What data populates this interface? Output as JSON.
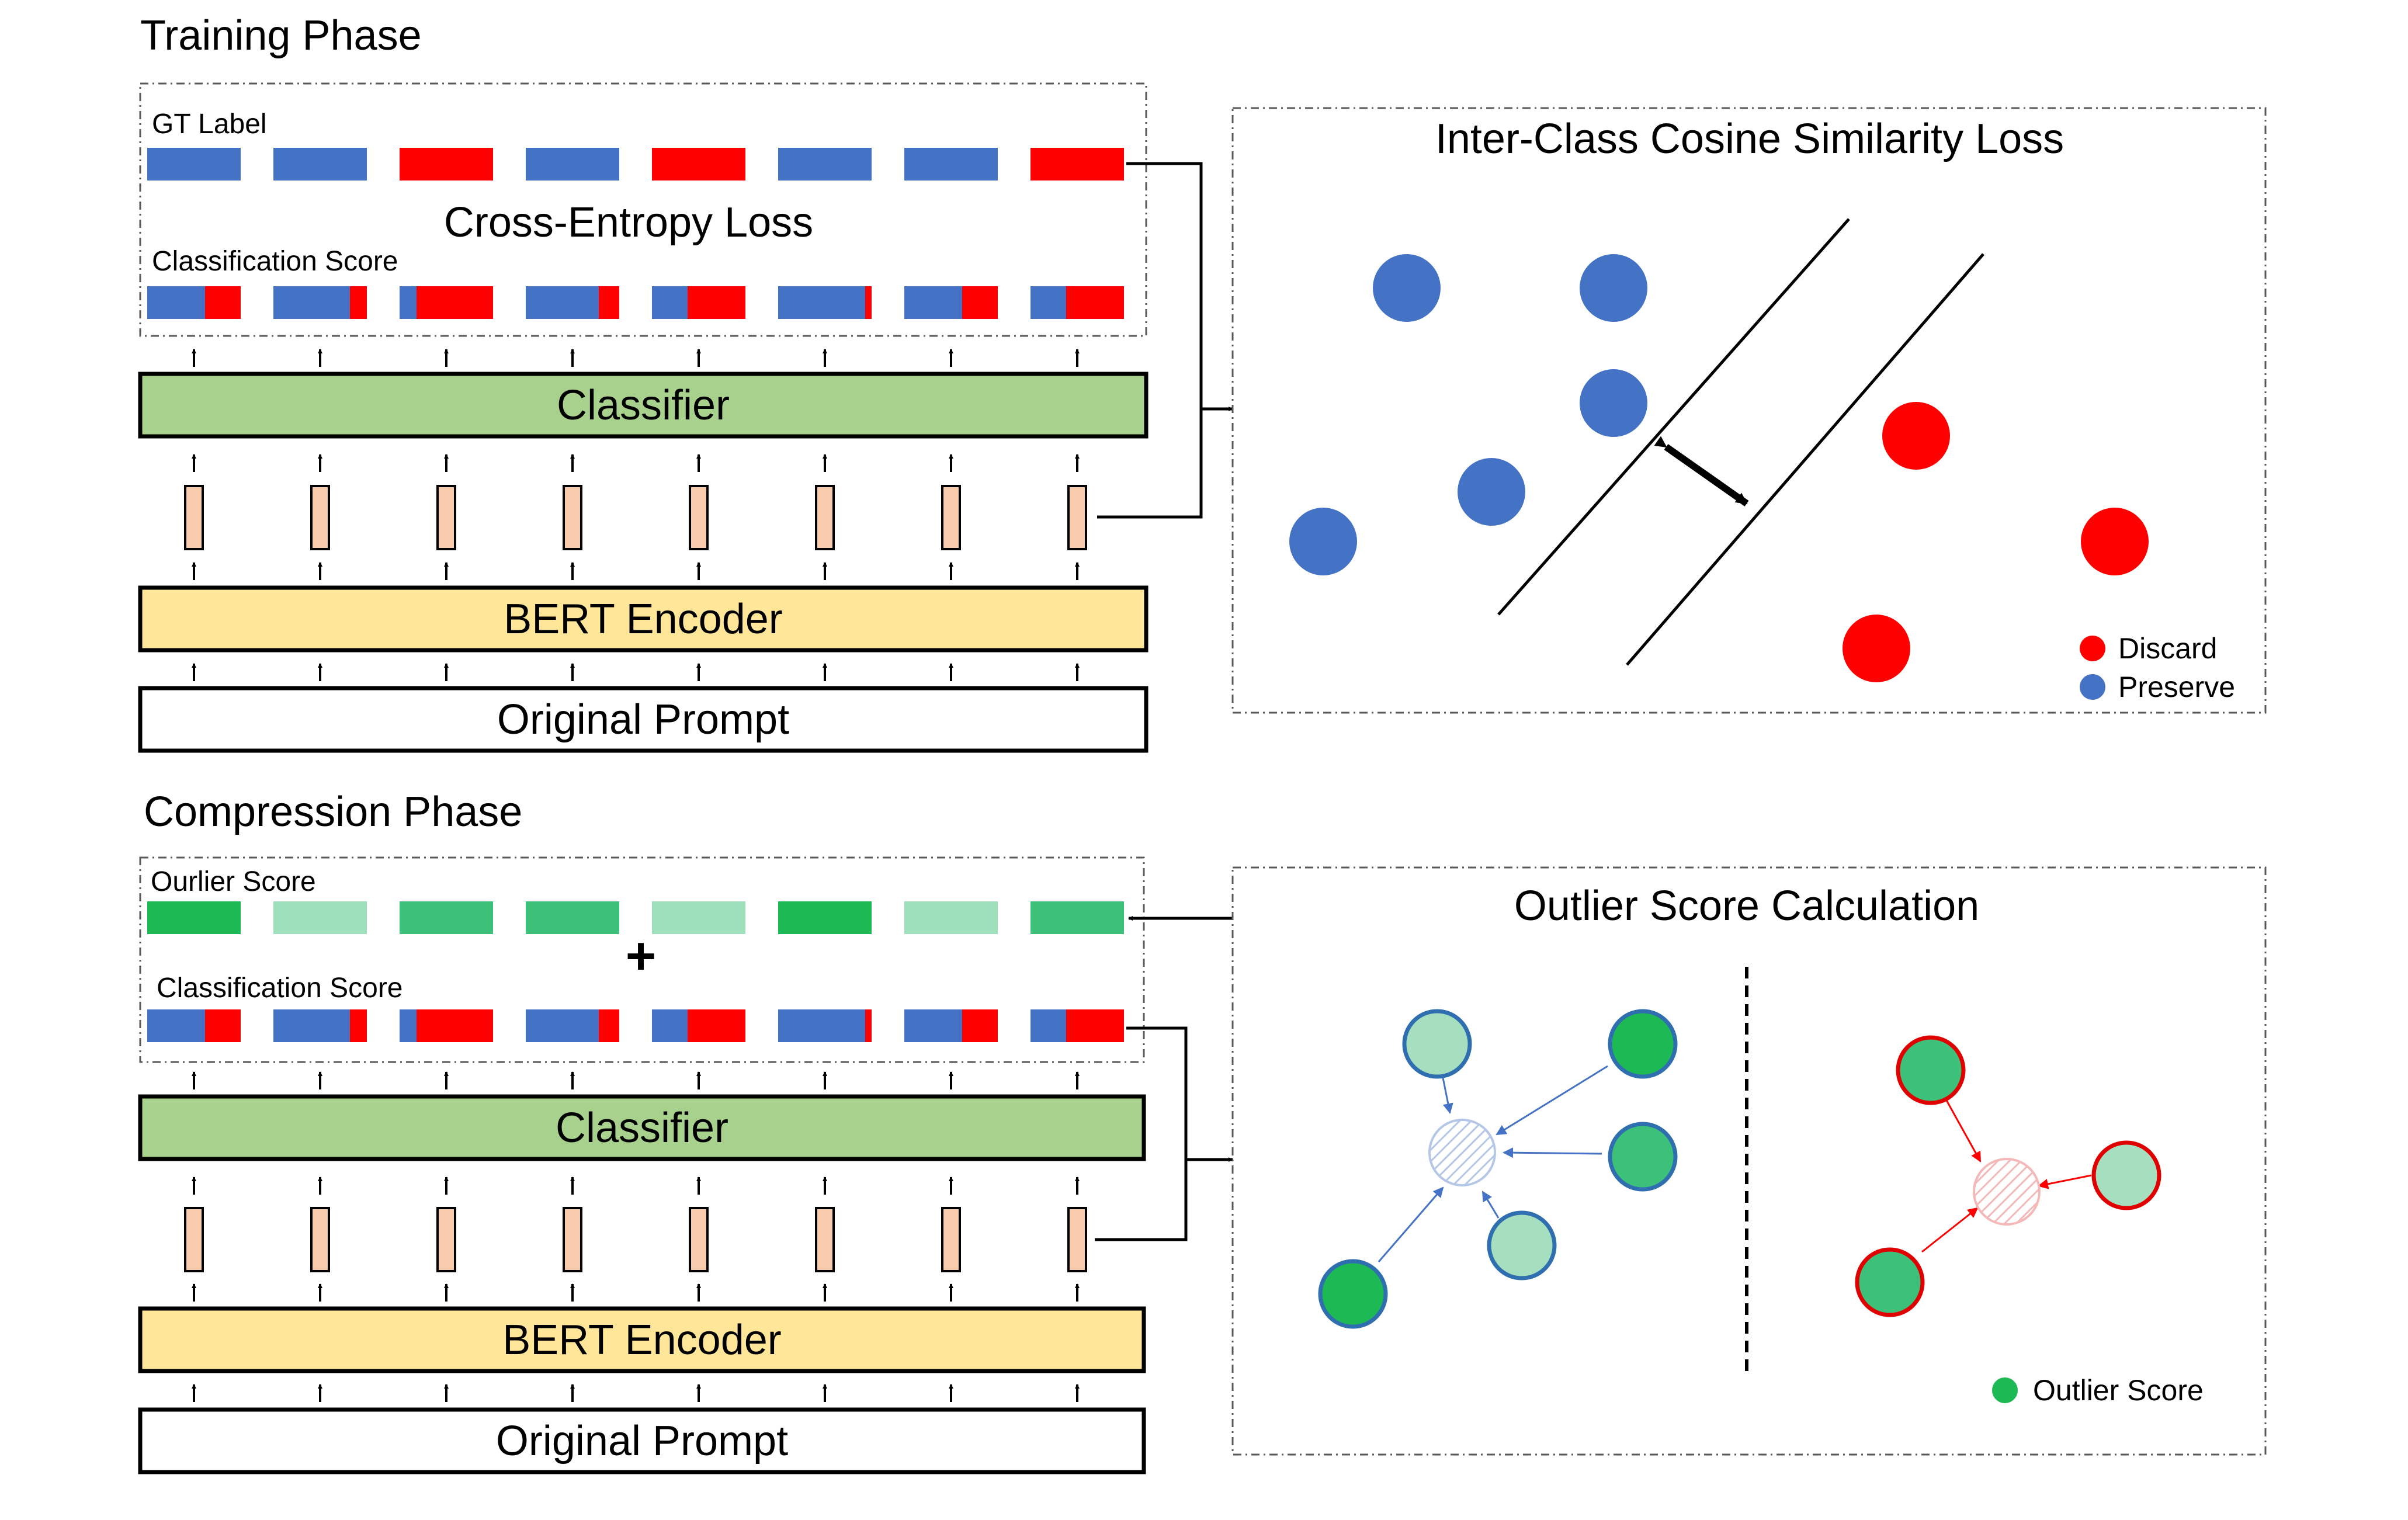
{
  "colors": {
    "blue": "#4472C4",
    "red": "#FF0000",
    "classifier_fill": "#A9D18E",
    "encoder_fill": "#FFE699",
    "token_fill": "#F8CBAD",
    "green_dark": "#1DB954",
    "green_mid": "#3CC07A",
    "green_light": "#9FE0BC",
    "green_outlier_light": "#A6DFBF"
  },
  "training": {
    "title": "Training Phase",
    "gt_label": "GT Label",
    "gt_colors": [
      "blue",
      "blue",
      "red",
      "blue",
      "red",
      "blue",
      "blue",
      "red"
    ],
    "loss_label": "Cross-Entropy Loss",
    "score_label": "Classification Score",
    "score_blue_fractions": [
      0.62,
      0.82,
      0.18,
      0.78,
      0.38,
      0.93,
      0.62,
      0.38
    ],
    "classifier": "Classifier",
    "encoder": "BERT Encoder",
    "prompt": "Original Prompt"
  },
  "cosine_panel": {
    "title": "Inter-Class Cosine Similarity Loss",
    "legend": [
      {
        "label": "Discard",
        "color": "red"
      },
      {
        "label": "Preserve",
        "color": "blue"
      }
    ]
  },
  "compression": {
    "title": "Compression Phase",
    "outlier_label": "Ourlier Score",
    "outlier_shades": [
      "dark",
      "light",
      "mid",
      "mid",
      "light",
      "dark",
      "light",
      "mid"
    ],
    "plus": "+",
    "score_label": "Classification Score",
    "score_blue_fractions": [
      0.62,
      0.82,
      0.18,
      0.78,
      0.38,
      0.93,
      0.62,
      0.38
    ],
    "classifier": "Classifier",
    "encoder": "BERT Encoder",
    "prompt": "Original Prompt"
  },
  "outlier_panel": {
    "title": "Outlier Score Calculation",
    "legend": [
      {
        "label": "Outlier Score",
        "color": "green_dark"
      }
    ]
  }
}
